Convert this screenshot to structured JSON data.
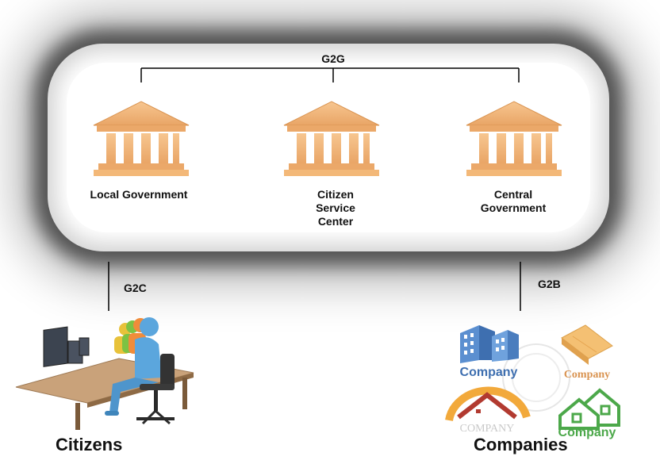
{
  "diagram": {
    "relations": {
      "g2g": "G2G",
      "g2c": "G2C",
      "g2b": "G2B"
    },
    "nodes": [
      {
        "id": "local",
        "label": "Local Government",
        "icon": "government-building-icon"
      },
      {
        "id": "service",
        "label": "Citizen Service Center",
        "icon": "government-building-icon"
      },
      {
        "id": "central",
        "label": "Central Government",
        "icon": "government-building-icon"
      }
    ],
    "bottom": {
      "citizens": "Citizens",
      "companies": "Companies"
    },
    "company_logos": [
      {
        "text": "Company",
        "icon": "office-building-icon"
      },
      {
        "text": "Company",
        "icon": "house-outline-icon"
      },
      {
        "text": "COMPANY",
        "icon": "roof-arc-icon"
      },
      {
        "text": "Company",
        "icon": "green-houses-icon"
      }
    ],
    "colors": {
      "building": "#F2B67A",
      "building_dark": "#D99350",
      "line": "#000000"
    }
  }
}
